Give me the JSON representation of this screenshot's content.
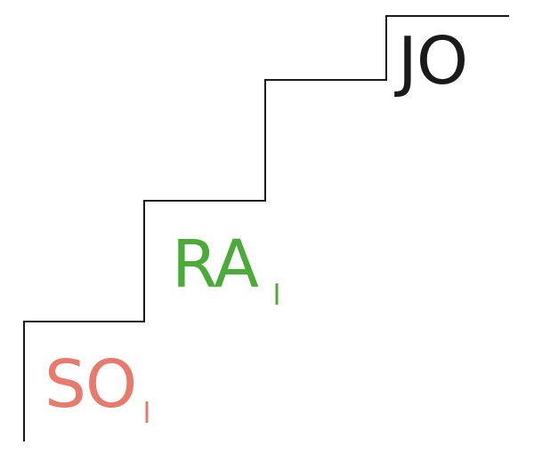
{
  "steps": [
    {
      "label": "SO",
      "color": "#e8796d",
      "has_tick": true
    },
    {
      "label": "RA",
      "color": "#4aab38",
      "has_tick": true
    },
    {
      "label": "JO",
      "color": "#1a1a1a",
      "has_tick": false
    }
  ]
}
